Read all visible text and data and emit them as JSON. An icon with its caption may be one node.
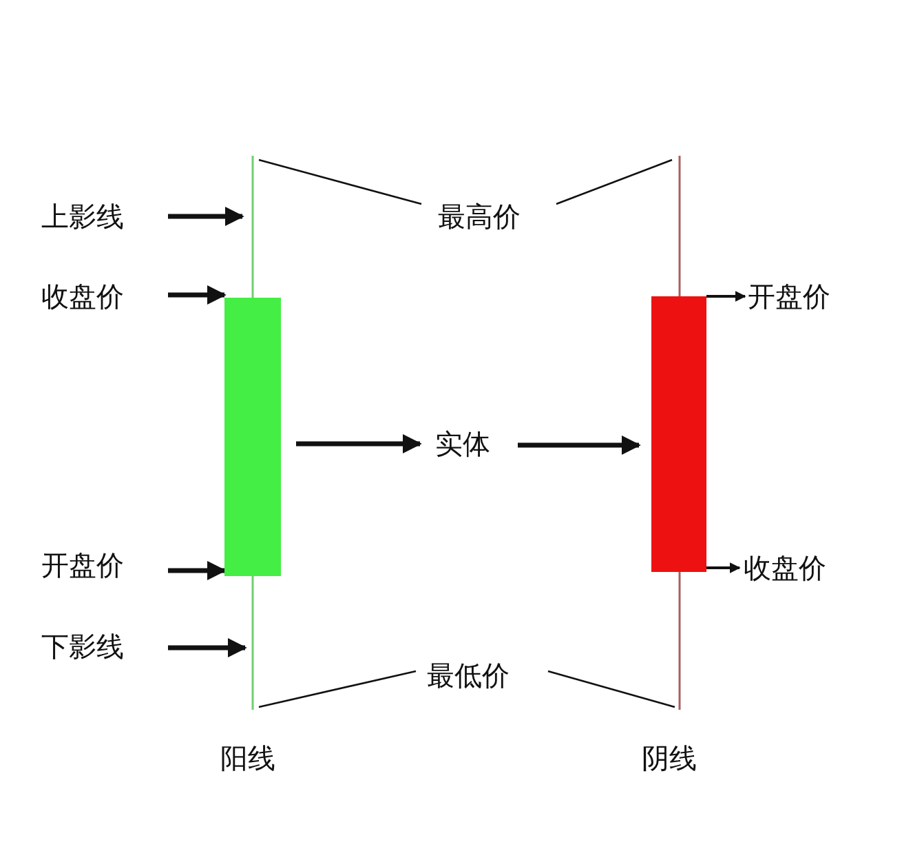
{
  "diagram": {
    "nodes": [
      {
        "text": [
          "上影线"
        ]
      },
      {
        "text": [
          "收盘价"
        ]
      },
      {
        "text": [
          "开盘价"
        ]
      },
      {
        "text": [
          "下影线"
        ]
      },
      {
        "text": [],
        "shape": "bar",
        "beside": [
          "阳线"
        ]
      },
      {
        "text": [
          "最高价"
        ]
      },
      {
        "text": [
          "实体"
        ]
      },
      {
        "text": [
          "最低价"
        ]
      },
      {
        "text": [],
        "shape": "bar",
        "beside": [
          "阴线"
        ]
      },
      {
        "text": [
          "开盘价"
        ]
      },
      {
        "text": [
          "收盘价"
        ]
      }
    ],
    "edges": [
      {
        "from": 0,
        "to": 4,
        "arrow": "to"
      },
      {
        "from": 1,
        "to": 4,
        "arrow": "to"
      },
      {
        "from": 2,
        "to": 4,
        "arrow": "to"
      },
      {
        "from": 3,
        "to": 4,
        "arrow": "to"
      },
      {
        "from": 5,
        "to": 4,
        "arrow": "none"
      },
      {
        "from": 5,
        "to": 8,
        "arrow": "none"
      },
      {
        "from": 4,
        "to": 6,
        "arrow": "to"
      },
      {
        "from": 6,
        "to": 8,
        "arrow": "to"
      },
      {
        "from": 7,
        "to": 4,
        "arrow": "none"
      },
      {
        "from": 7,
        "to": 8,
        "arrow": "none"
      },
      {
        "from": 8,
        "to": 9,
        "arrow": "to"
      },
      {
        "from": 8,
        "to": 10,
        "arrow": "to"
      }
    ]
  }
}
